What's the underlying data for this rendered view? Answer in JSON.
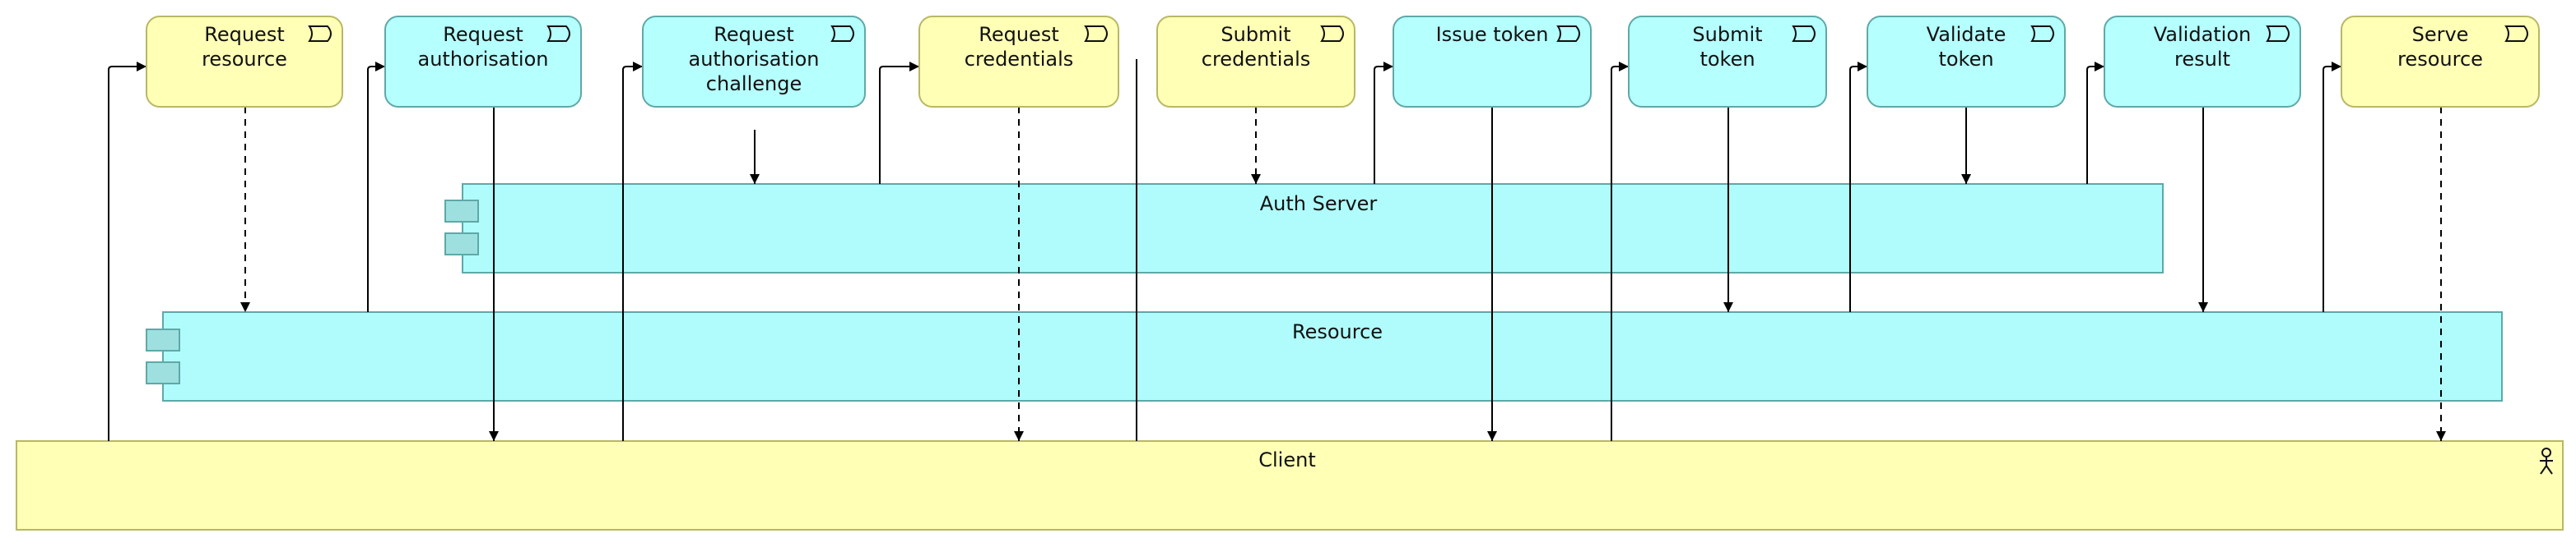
{
  "colors": {
    "yellow_fill": "#ffffb5",
    "yellow_stroke": "#b8b865",
    "cyan_fill": "#b5ffff",
    "cyan_stroke": "#5fa8a8",
    "lane_cyan_fill": "#b0fcfc",
    "port_fill": "#9ee0e0",
    "line": "#000000"
  },
  "steps": [
    {
      "id": "request-resource",
      "lines": [
        "Request",
        "resource"
      ],
      "kind": "yellow"
    },
    {
      "id": "request-authorisation",
      "lines": [
        "Request",
        "authorisation"
      ],
      "kind": "cyan"
    },
    {
      "id": "request-authorisation-challenge",
      "lines": [
        "Request",
        "authorisation",
        "challenge"
      ],
      "kind": "cyan"
    },
    {
      "id": "request-credentials",
      "lines": [
        "Request",
        "credentials"
      ],
      "kind": "yellow"
    },
    {
      "id": "submit-credentials",
      "lines": [
        "Submit",
        "credentials"
      ],
      "kind": "yellow"
    },
    {
      "id": "issue-token",
      "lines": [
        "Issue token"
      ],
      "kind": "cyan"
    },
    {
      "id": "submit-token",
      "lines": [
        "Submit",
        "token"
      ],
      "kind": "cyan"
    },
    {
      "id": "validate-token",
      "lines": [
        "Validate",
        "token"
      ],
      "kind": "cyan"
    },
    {
      "id": "validation-result",
      "lines": [
        "Validation",
        "result"
      ],
      "kind": "cyan"
    },
    {
      "id": "serve-resource",
      "lines": [
        "Serve",
        "resource"
      ],
      "kind": "yellow"
    }
  ],
  "lanes": {
    "auth_server": "Auth Server",
    "resource": "Resource",
    "client": "Client"
  },
  "icons": {
    "event": "event-icon",
    "component": "component-icon",
    "actor": "actor-icon"
  }
}
